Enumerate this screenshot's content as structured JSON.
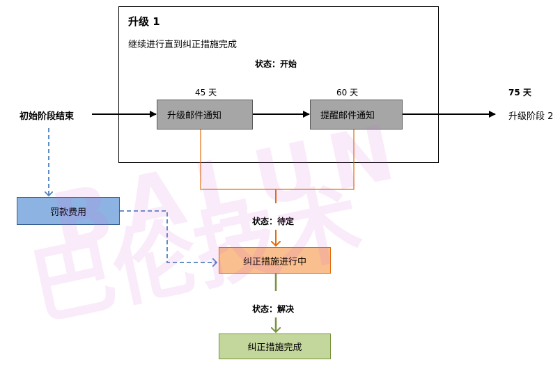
{
  "escalation": {
    "title": "升级 1",
    "subtitle": "继续进行直到纠正措施完成",
    "status_start": "状态：开始",
    "box1_label": "升级邮件通知",
    "box1_days": "45 天",
    "box2_label": "提醒邮件通知",
    "box2_days": "60 天"
  },
  "start_label": "初始阶段结束",
  "next_stage": {
    "days": "75 天",
    "label": "升级阶段 2"
  },
  "penalty_label": "罚款费用",
  "status_pending": "状态：待定",
  "in_progress_label": "纠正措施进行中",
  "status_resolved": "状态：解决",
  "completed_label": "纠正措施完成",
  "watermark": {
    "latin": "BALUN",
    "cjk": "巴伦技术"
  },
  "colors": {
    "gray_box": "#a6a6a6",
    "blue_box": "#8db3e2",
    "orange_box": "#fabf8f",
    "green_box": "#c3d69b",
    "orange_line": "#e36c09",
    "green_line": "#77933c",
    "blue_dashed": "#4f81bd"
  }
}
